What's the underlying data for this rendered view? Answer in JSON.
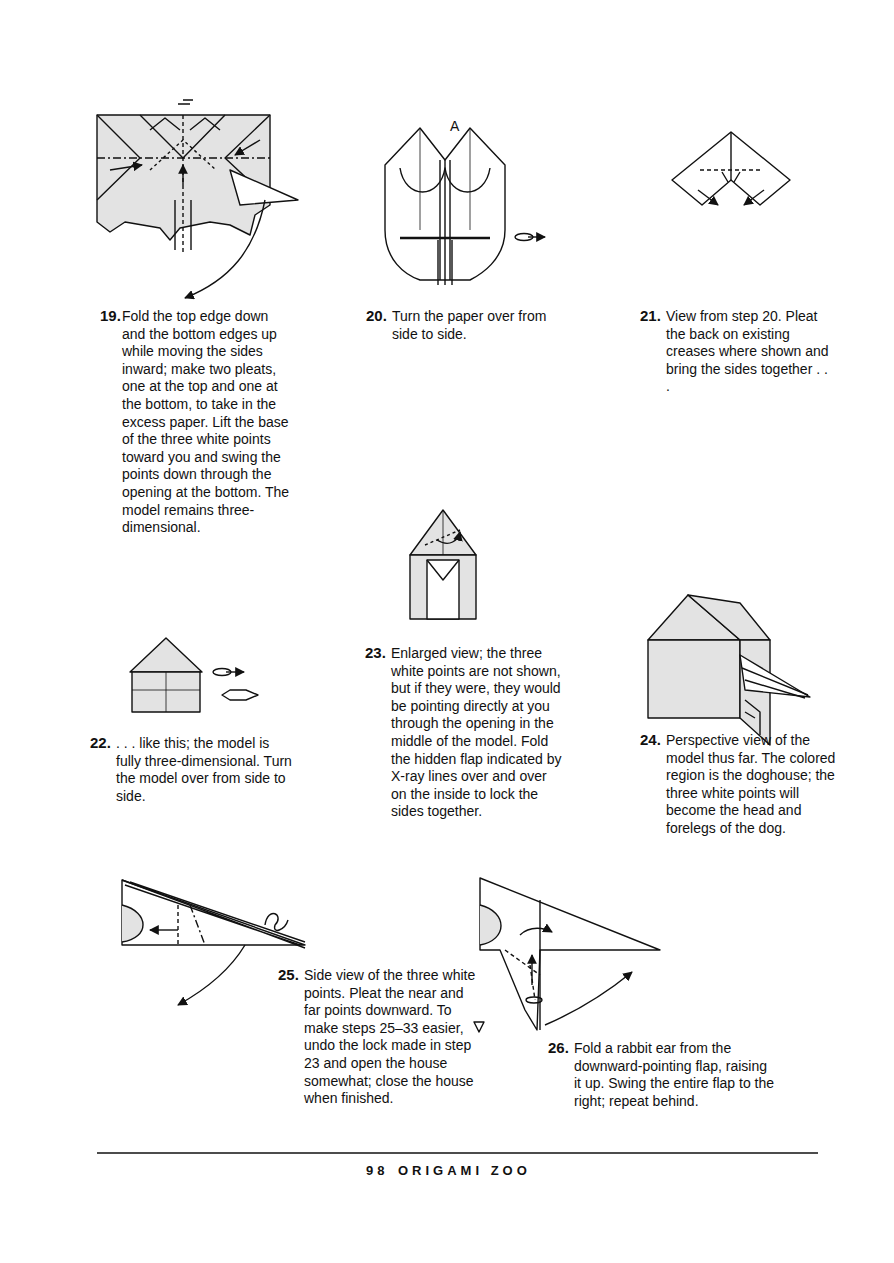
{
  "diagram": {
    "labels": [
      "19.",
      "Fold the top edge down and the bottom edges up while moving the sides inward; make two pleats, one at the top and one at the bottom, to take in the excess paper. Lift the base of the three white points toward you and swing the points down through the opening at the bottom. The model remains three-dimensional.",
      "A",
      "20.",
      "Turn the paper over from side to side.",
      "21.",
      "View from step 20. Pleat the back on existing creases where shown and bring the sides together . . .",
      "22.",
      ". . . like this; the model is fully three-dimensional. Turn the model over from side to side.",
      "23.",
      "Enlarged view; the three white points are not shown, but if they were, they would be pointing directly at you through the opening in the middle of the model. Fold the hidden flap indicated by X-ray lines over and over on the inside to lock the sides together.",
      "24.",
      "Perspective view of the model thus far. The colored region is the doghouse; the three white points will become the head and forelegs of the dog.",
      "25.",
      "Side view of the three white points. Pleat the near and far points downward. To make steps 25–33 easier, undo the lock made in step 23 and open the house somewhat; close the house when finished.",
      "26.",
      "Fold a rabbit ear from the downward-pointing flap, raising it up. Swing the entire flap to the right; repeat behind.",
      "98",
      "ORIGAMI ZOO"
    ]
  }
}
